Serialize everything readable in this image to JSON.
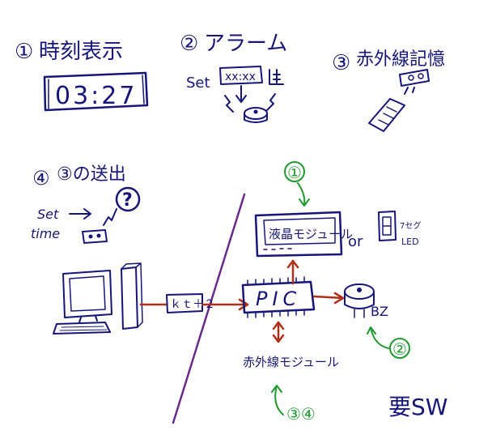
{
  "colors": {
    "ink": "#16167a",
    "green": "#1f9a2c",
    "red": "#b0301a",
    "divider": "#6a2a8a"
  },
  "features": [
    {
      "num": "①",
      "label": "時刻表示",
      "clock": "03:27"
    },
    {
      "num": "②",
      "label": "アラーム",
      "set_text": "Set",
      "set_box": "xx:xx"
    },
    {
      "num": "③",
      "label": "赤外線記憶"
    },
    {
      "num": "④",
      "label": "③の送出",
      "set_time_1": "Set",
      "set_time_2": "time",
      "question": "?"
    }
  ],
  "diagram": {
    "lcd_text": "液晶モジュール",
    "or_text": "or",
    "led_text_1": "7セグ",
    "led_text_2": "LED",
    "interface_label": "ｋｔ＋２",
    "pic_label": "PIC",
    "buzzer_label": "BZ",
    "ir_module_text": "赤外線モジュール",
    "need_sw_text": "要SW",
    "callouts": [
      "①",
      "②",
      "③④"
    ]
  }
}
